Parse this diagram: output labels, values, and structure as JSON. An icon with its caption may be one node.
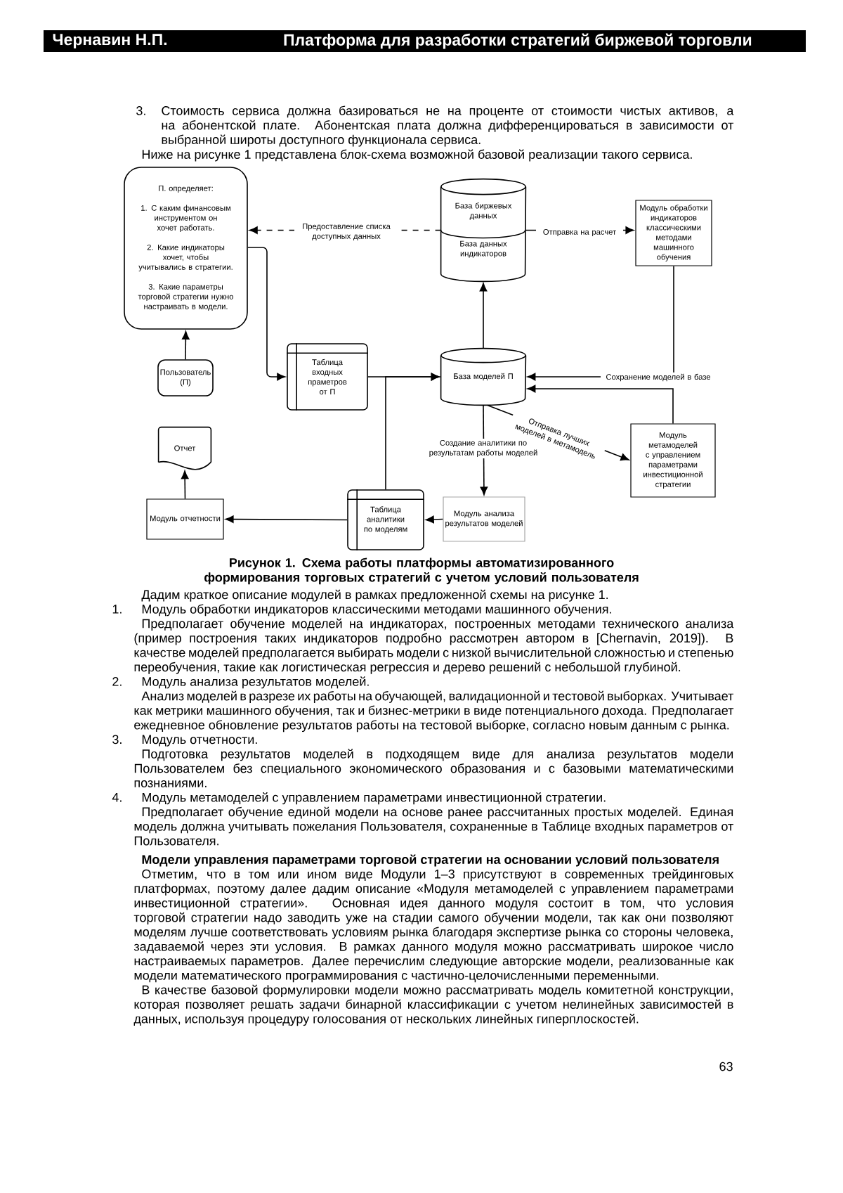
{
  "diagram": {
    "caption": "Рисунок 1. Схема работы платформы автоматизированного формирования торговых стратегий с учетом условий пользователя",
    "nodes": [
      {
        "text": [
          "П. определяет:",
          "1. С каким финансовым инструментом он хочет работать.",
          "2. Какие индикаторы хочет, чтобы учитывались в стратегии.",
          "3. Какие параметры торговой стратегии нужно настраивать в модели."
        ]
      },
      {
        "text": [
          "Пользователь (П)"
        ]
      },
      {
        "text": [
          "База биржевых данных",
          "База данных индикаторов"
        ]
      },
      {
        "text": [
          "Модуль обработки индикаторов классическими методами машинного обучения"
        ]
      },
      {
        "text": [
          "Таблица входных праметров от П"
        ]
      },
      {
        "text": [
          "База моделей П"
        ]
      },
      {
        "text": [
          "Модуль метамоделей с управлением параметрами инвестиционной стратегии"
        ]
      },
      {
        "text": [
          "Отчет"
        ]
      },
      {
        "text": [
          "Модуль отчетности"
        ]
      },
      {
        "text": [
          "Таблица аналитики по моделям"
        ]
      },
      {
        "text": [
          "Модуль анализа результатов моделей"
        ]
      }
    ],
    "edges": [
      {
        "from": 2,
        "to": 0,
        "arrow": "to",
        "style": "dashed",
        "label": "Предоставление списка доступных данных"
      },
      {
        "from": 2,
        "to": 3,
        "arrow": "to",
        "label": "Отправка на расчет"
      },
      {
        "from": 0,
        "to": 4,
        "arrow": "to"
      },
      {
        "from": 1,
        "to": 0,
        "arrow": "to"
      },
      {
        "from": 4,
        "to": 5,
        "arrow": "to"
      },
      {
        "from": 9,
        "to": 5,
        "arrow": "to"
      },
      {
        "from": 5,
        "to": 2,
        "arrow": "to"
      },
      {
        "from": 3,
        "to": 5,
        "arrow": "to",
        "label": "Сохранение моделей в базе"
      },
      {
        "from": 6,
        "to": 5,
        "arrow": "to"
      },
      {
        "from": 5,
        "to": 6,
        "arrow": "to",
        "label": "Отправка лучших моделей в метамодель"
      },
      {
        "from": 5,
        "to": 10,
        "arrow": "to",
        "label": "Создание аналитики по результатам работы моделей"
      },
      {
        "from": 10,
        "to": 9,
        "arrow": "to"
      },
      {
        "from": 9,
        "to": 8,
        "arrow": "to"
      },
      {
        "from": 8,
        "to": 7,
        "arrow": "to"
      }
    ],
    "labels": [
      "Чернавин Н.П.",
      "Платформа для разработки стратегий биржевой торговли",
      "3.",
      "Стоимость сервиса должна базироваться не на проценте от стоимости чистых активов, а на абонентской плате. Абонентская плата должна дифференцироваться в зависимости от выбранной широты доступного функционала сервиса.",
      "Ниже на рисунке 1 представлена блок-схема возможной базовой реализации такого сервиса.",
      "Дадим краткое описание модулей в рамках предложенной схемы на рисунке 1.",
      "1.",
      "Модуль обработки индикаторов классическими методами машинного обучения.",
      "Предполагает обучение моделей на индикаторах, построенных методами технического анализа (пример построения таких индикаторов подробно рассмотрен автором в [Chernavin, 2019]). В качестве моделей предполагается выбирать модели с низкой вычислительной сложностью и степенью переобучения, такие как логистическая регрессия и дерево решений с небольшой глубиной.",
      "2.",
      "Модуль анализа результатов моделей.",
      "Анализ моделей в разрезе их работы на обучающей, валидационной и тестовой выборках. Учитывает как метрики машинного обучения, так и бизнес-метрики в виде потенциального дохода. Предполагает ежедневное обновление результатов работы на тестовой выборке, согласно новым данным с рынка.",
      "3.",
      "Модуль отчетности.",
      "Подготовка результатов моделей в подходящем виде для анализа результатов модели Пользователем без специального экономического образования и с базовыми математическими познаниями.",
      "4.",
      "Модуль метамоделей с управлением параметрами инвестиционной стратегии.",
      "Предполагает обучение единой модели на основе ранее рассчитанных простых моделей. Единая модель должна учитывать пожелания Пользователя, сохраненные в Таблице входных параметров от Пользователя.",
      "Модели управления параметрами торговой стратегии на основании условий пользователя",
      "Отметим, что в том или ином виде Модули 1–3 присутствуют в современных трейдинговых платформах, поэтому далее дадим описание «Модуля метамоделей с управлением параметрами инвестиционной стратегии». Основная идея данного модуля состоит в том, что условия торговой стратегии надо заводить уже на стадии самого обучении модели, так как они позволяют моделям лучше соответствовать условиям рынка благодаря экспертизе рынка со стороны человека, задаваемой через эти условия. В рамках данного модуля можно рассматривать широкое число настраиваемых параметров. Далее перечислим следующие авторские модели, реализованные как модели математического программирования с частично-целочисленными переменными.",
      "В качестве базовой формулировки модели можно рассматривать модель комитетной конструкции, которая позволяет решать задачи бинарной классификации с учетом нелинейных зависимостей в данных, используя процедуру голосования от нескольких линейных гиперплоскостей.",
      "63"
    ]
  }
}
